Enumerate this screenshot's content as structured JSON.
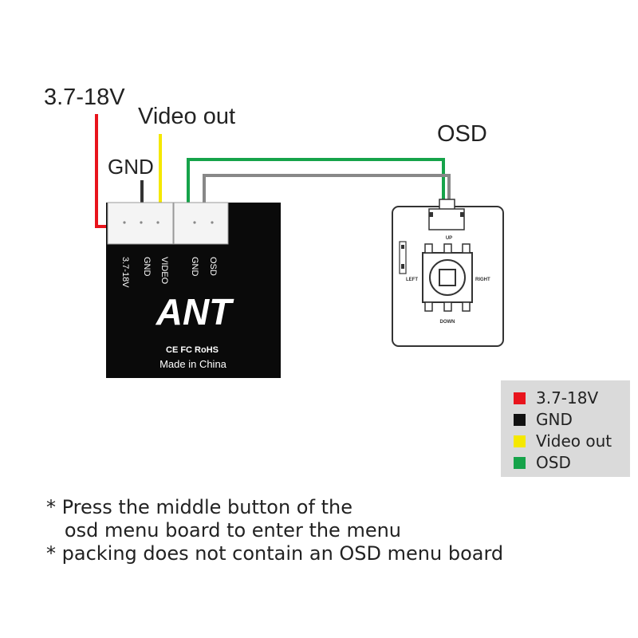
{
  "wire_labels": {
    "power": "3.7-18V",
    "video": "Video out",
    "gnd": "GND",
    "osd": "OSD"
  },
  "camera": {
    "pin_labels": [
      "3.7-18V",
      "GND",
      "VIDEO",
      "GND",
      "OSD"
    ],
    "brand": "ANT",
    "certifications": "CE FC RoHS",
    "origin": "Made in China"
  },
  "osd_board": {
    "buttons": {
      "up": "UP",
      "left": "LEFT",
      "right": "RIGHT",
      "down": "DOWN"
    }
  },
  "legend": [
    {
      "color": "#e8141c",
      "label": "3.7-18V"
    },
    {
      "color": "#111111",
      "label": "GND"
    },
    {
      "color": "#f5e800",
      "label": "Video out"
    },
    {
      "color": "#16a34a",
      "label": "OSD"
    }
  ],
  "notes": [
    "* Press the middle button of the",
    "   osd menu board to enter the menu",
    "* packing does not contain an OSD menu board"
  ]
}
